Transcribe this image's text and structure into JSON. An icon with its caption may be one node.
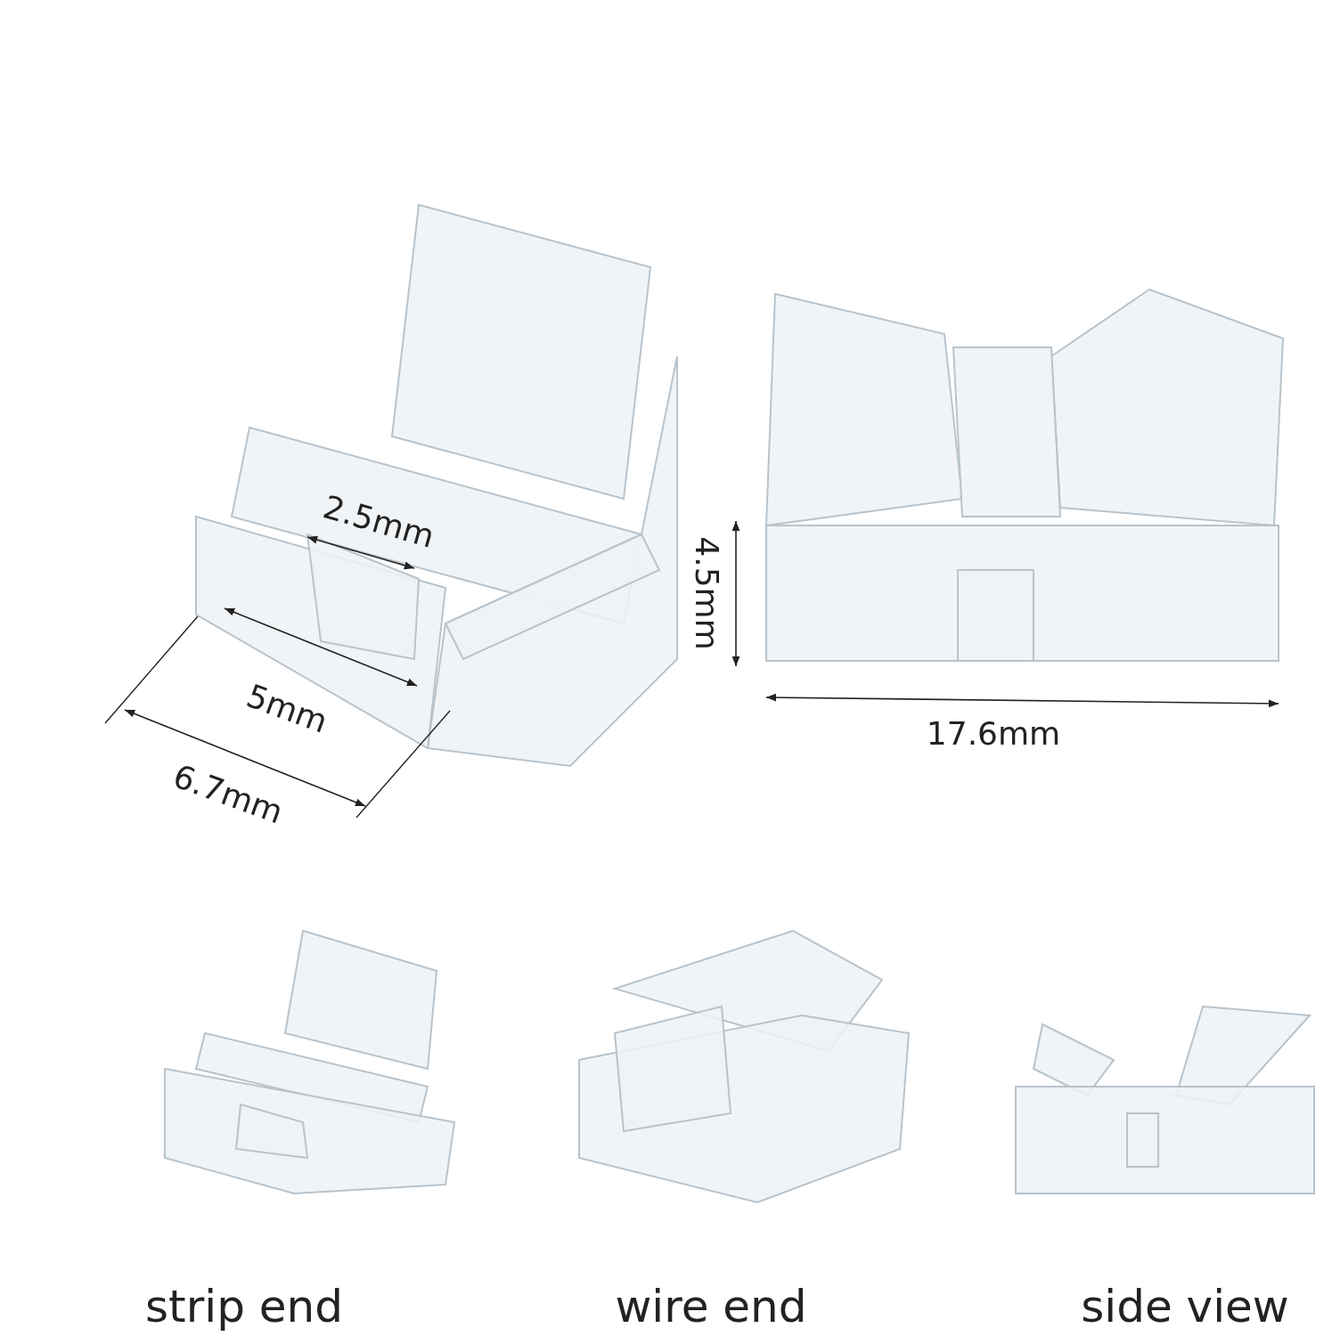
{
  "diagram": {
    "labels": [
      "2.5mm",
      "4.5mm",
      "5mm",
      "17.6mm",
      "6.7mm",
      "strip end",
      "wire end",
      "side view"
    ]
  }
}
